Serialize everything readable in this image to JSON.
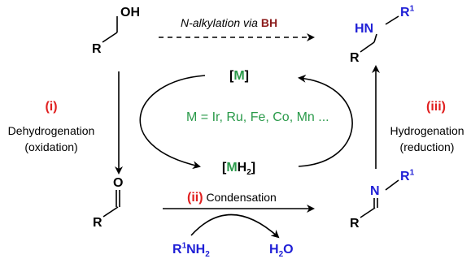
{
  "top": {
    "n_alkylation": "N-alkylation",
    "via": "via",
    "bh": "BH"
  },
  "molecules": {
    "alcohol_oh": "OH",
    "alcohol_r": "R",
    "amine_hn": "HN",
    "amine_r1": "R",
    "amine_r1_sup": "1",
    "amine_r": "R",
    "aldehyde_o": "O",
    "aldehyde_r": "R",
    "imine_n": "N",
    "imine_r1": "R",
    "imine_r1_sup": "1",
    "imine_r": "R",
    "primary_amine_r": "R",
    "primary_amine_sup": "1",
    "primary_amine_nh": "NH",
    "primary_amine_sub": "2",
    "water_h": "H",
    "water_sub": "2",
    "water_o": "O"
  },
  "catalyst": {
    "m_bracket_open": "[",
    "m": "M",
    "m_bracket_close": "]",
    "mh2_bracket_open": "[",
    "mh2_m": "M",
    "mh2_h": "H",
    "mh2_sub": "2",
    "mh2_bracket_close": "]",
    "metals": "M = Ir, Ru, Fe, Co, Mn ..."
  },
  "steps": {
    "i_label": "(i)",
    "i_line1": "Dehydrogenation",
    "i_line2": "(oxidation)",
    "ii_label": "(ii)",
    "ii_text": "Condensation",
    "iii_label": "(iii)",
    "iii_line1": "Hydrogenation",
    "iii_line2": "(reduction)"
  },
  "colors": {
    "amine_blue": "#1f1fd6",
    "step_red": "#e02020",
    "metal_green": "#2a9a4a",
    "bh_red": "#8b1a1a"
  }
}
